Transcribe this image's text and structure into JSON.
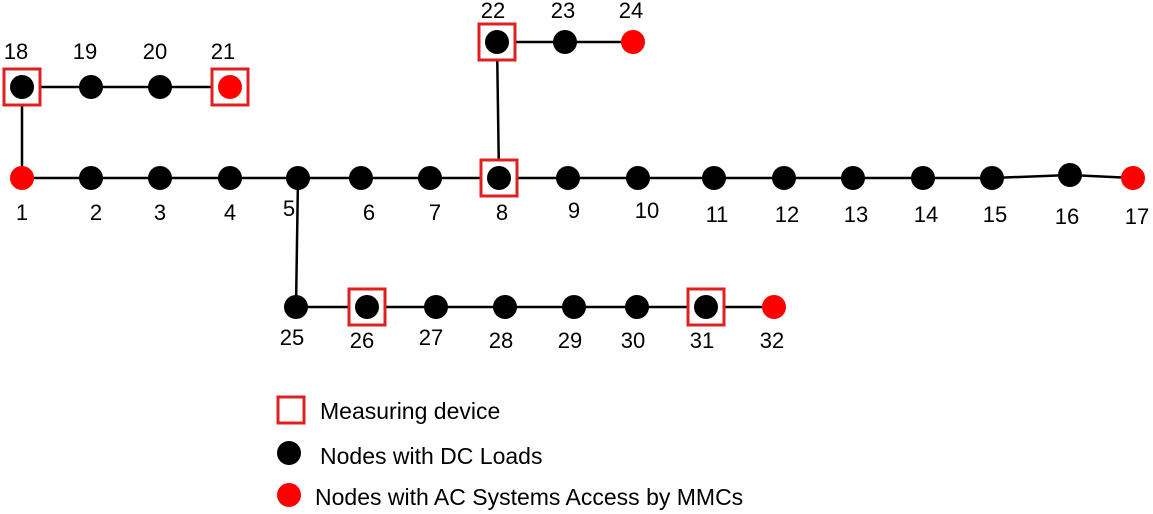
{
  "colors": {
    "dc_load": "#000000",
    "ac_access": "#ff0000",
    "meter": "#e02020",
    "line": "#000000"
  },
  "nodes": [
    {
      "id": "1",
      "type": "ac"
    },
    {
      "id": "2",
      "type": "dc"
    },
    {
      "id": "3",
      "type": "dc"
    },
    {
      "id": "4",
      "type": "dc"
    },
    {
      "id": "5",
      "type": "dc"
    },
    {
      "id": "6",
      "type": "dc"
    },
    {
      "id": "7",
      "type": "dc"
    },
    {
      "id": "8",
      "type": "dc",
      "meter": true
    },
    {
      "id": "9",
      "type": "dc"
    },
    {
      "id": "10",
      "type": "dc"
    },
    {
      "id": "11",
      "type": "dc"
    },
    {
      "id": "12",
      "type": "dc"
    },
    {
      "id": "13",
      "type": "dc"
    },
    {
      "id": "14",
      "type": "dc"
    },
    {
      "id": "15",
      "type": "dc"
    },
    {
      "id": "16",
      "type": "dc"
    },
    {
      "id": "17",
      "type": "ac"
    },
    {
      "id": "18",
      "type": "dc",
      "meter": true
    },
    {
      "id": "19",
      "type": "dc"
    },
    {
      "id": "20",
      "type": "dc"
    },
    {
      "id": "21",
      "type": "ac",
      "meter": true
    },
    {
      "id": "22",
      "type": "dc",
      "meter": true
    },
    {
      "id": "23",
      "type": "dc"
    },
    {
      "id": "24",
      "type": "ac"
    },
    {
      "id": "25",
      "type": "dc"
    },
    {
      "id": "26",
      "type": "dc",
      "meter": true
    },
    {
      "id": "27",
      "type": "dc"
    },
    {
      "id": "28",
      "type": "dc"
    },
    {
      "id": "29",
      "type": "dc"
    },
    {
      "id": "30",
      "type": "dc"
    },
    {
      "id": "31",
      "type": "dc",
      "meter": true
    },
    {
      "id": "32",
      "type": "ac"
    }
  ],
  "edges": [
    [
      "1",
      "2"
    ],
    [
      "2",
      "3"
    ],
    [
      "3",
      "4"
    ],
    [
      "4",
      "5"
    ],
    [
      "5",
      "6"
    ],
    [
      "6",
      "7"
    ],
    [
      "7",
      "8"
    ],
    [
      "8",
      "9"
    ],
    [
      "9",
      "10"
    ],
    [
      "10",
      "11"
    ],
    [
      "11",
      "12"
    ],
    [
      "12",
      "13"
    ],
    [
      "13",
      "14"
    ],
    [
      "14",
      "15"
    ],
    [
      "15",
      "16"
    ],
    [
      "16",
      "17"
    ],
    [
      "1",
      "18"
    ],
    [
      "18",
      "19"
    ],
    [
      "19",
      "20"
    ],
    [
      "20",
      "21"
    ],
    [
      "8",
      "22"
    ],
    [
      "22",
      "23"
    ],
    [
      "23",
      "24"
    ],
    [
      "5",
      "25"
    ],
    [
      "25",
      "26"
    ],
    [
      "26",
      "27"
    ],
    [
      "27",
      "28"
    ],
    [
      "28",
      "29"
    ],
    [
      "29",
      "30"
    ],
    [
      "30",
      "31"
    ],
    [
      "31",
      "32"
    ]
  ],
  "legend": {
    "measuring_device": "Measuring device",
    "dc_loads": "Nodes with DC Loads",
    "ac_access": "Nodes with AC Systems Access by MMCs"
  }
}
